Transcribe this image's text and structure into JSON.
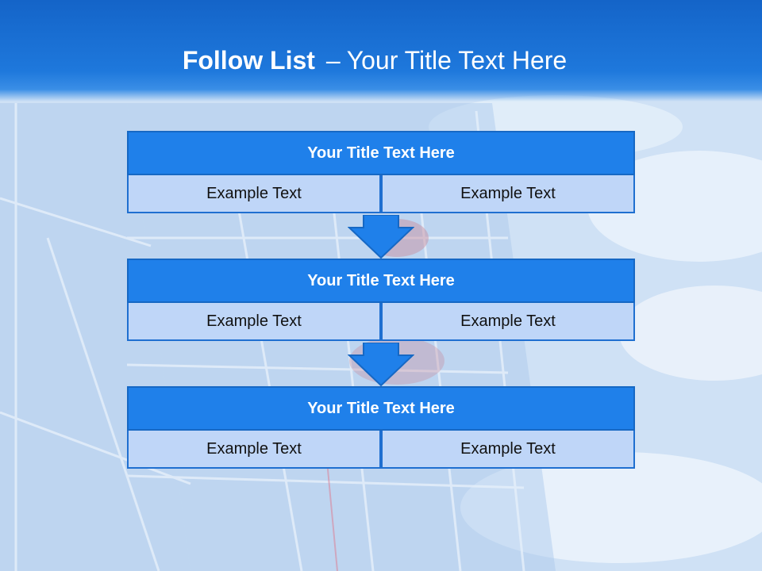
{
  "slide": {
    "title_bold": "Follow List",
    "title_separator": "–",
    "title_rest": "Your Title Text Here"
  },
  "blocks": [
    {
      "title": "Your Title Text Here",
      "left": "Example Text",
      "right": "Example Text"
    },
    {
      "title": "Your Title Text Here",
      "left": "Example Text",
      "right": "Example Text"
    },
    {
      "title": "Your Title Text Here",
      "left": "Example Text",
      "right": "Example Text"
    }
  ],
  "colors": {
    "header": "#1e78dc",
    "block_title": "#1f80ea",
    "cell": "#bfd6f8",
    "arrow": "#1f80ea"
  }
}
